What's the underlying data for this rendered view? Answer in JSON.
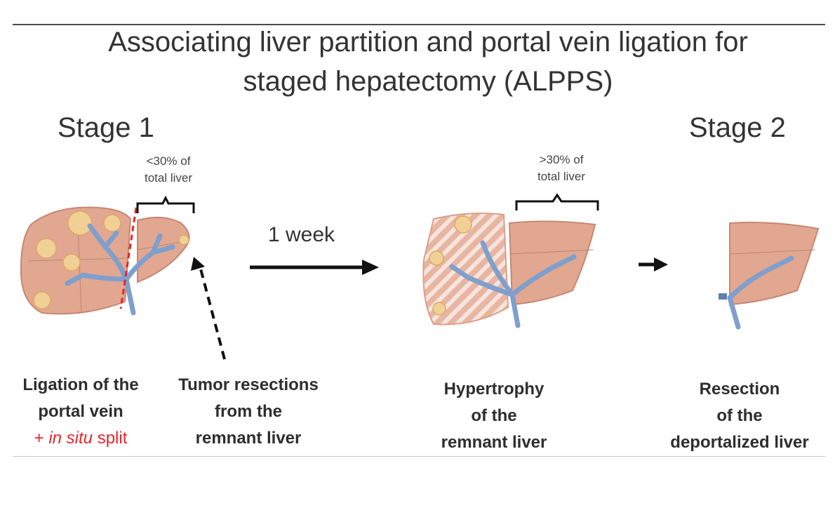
{
  "title": {
    "line1": "Associating liver partition and portal vein ligation for",
    "line2": "staged hepatectomy (ALPPS)"
  },
  "stages": {
    "stage1": "Stage 1",
    "stage2": "Stage 2"
  },
  "volume_labels": {
    "before_line1": "<30% of",
    "before_line2": "total liver",
    "after_line1": ">30% of",
    "after_line2": "total liver"
  },
  "interval_label": "1 week",
  "captions": {
    "ligation_line1": "Ligation of the",
    "ligation_line2": "portal vein",
    "ligation_plus": "+",
    "ligation_italic": "in situ",
    "ligation_split": "split",
    "tumor_line1": "Tumor resections",
    "tumor_line2": "from the",
    "tumor_line3": "remnant liver",
    "hyper_line1": "Hypertrophy",
    "hyper_line2": "of the",
    "hyper_line3": "remnant liver",
    "resect_line1": "Resection",
    "resect_line2": "of the",
    "resect_line3": "deportalized liver"
  },
  "colors": {
    "liver_fill": "#e2a790",
    "liver_stroke": "#c68773",
    "vein": "#7f9fcd",
    "tumor": "#f1d096",
    "split_line": "#e8262b"
  }
}
